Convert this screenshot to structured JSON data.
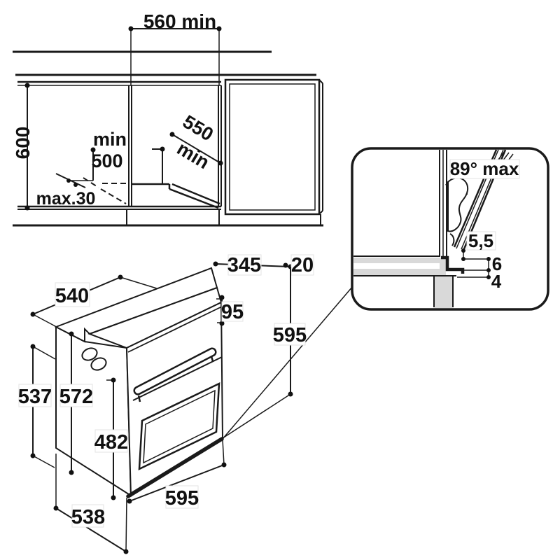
{
  "colors": {
    "ink": "#1a1a1a",
    "panel_gray": "#d9d9d9",
    "label_box_border": "#e3e3e3",
    "background": "#ffffff"
  },
  "cabinet_section": {
    "niche_width": "560 min",
    "niche_height": "600",
    "recess_min_label": "min",
    "recess_min_value": "500",
    "plinth_recess": "max.30",
    "counter_depth_value": "550",
    "counter_depth_label": "min"
  },
  "hinge_detail": {
    "door_open_angle": "89° max",
    "gap_door": "5,5",
    "gap_mid": "6",
    "gap_bottom": "4"
  },
  "oven": {
    "top_width": "540",
    "top_depth": "345",
    "rear_gap": "20",
    "fascia_height": "95",
    "height_side": "595",
    "height_inner": "537",
    "height_body": "572",
    "door_glass_height": "482",
    "front_width": "595",
    "bottom_depth": "538"
  }
}
